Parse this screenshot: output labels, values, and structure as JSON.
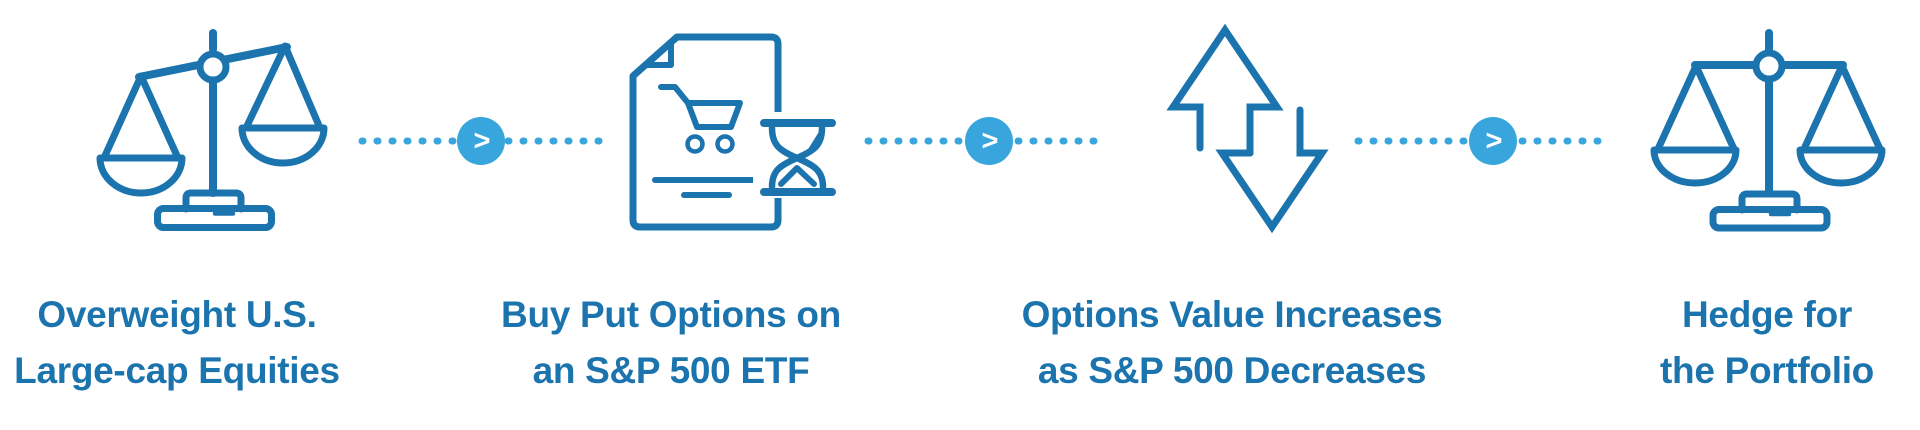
{
  "palette": {
    "primary_blue": "#1B74AE",
    "accent_blue": "#38A6DD",
    "badge_glyph_color": "#FFFFFF",
    "background": "#FFFFFF"
  },
  "flow": {
    "steps": [
      {
        "icon": "balance-scale-tilted-icon",
        "lines": [
          "Overweight U.S.",
          "Large-cap Equities"
        ]
      },
      {
        "icon": "document-cart-hourglass-icon",
        "lines": [
          "Buy Put Options on",
          "an S&P 500 ETF"
        ]
      },
      {
        "icon": "arrows-up-down-icon",
        "lines": [
          "Options Value Increases",
          "as S&P 500 Decreases"
        ]
      },
      {
        "icon": "balance-scale-balanced-icon",
        "lines": [
          "Hedge for",
          "the Portfolio"
        ]
      }
    ],
    "connector": {
      "glyph": ">"
    }
  }
}
